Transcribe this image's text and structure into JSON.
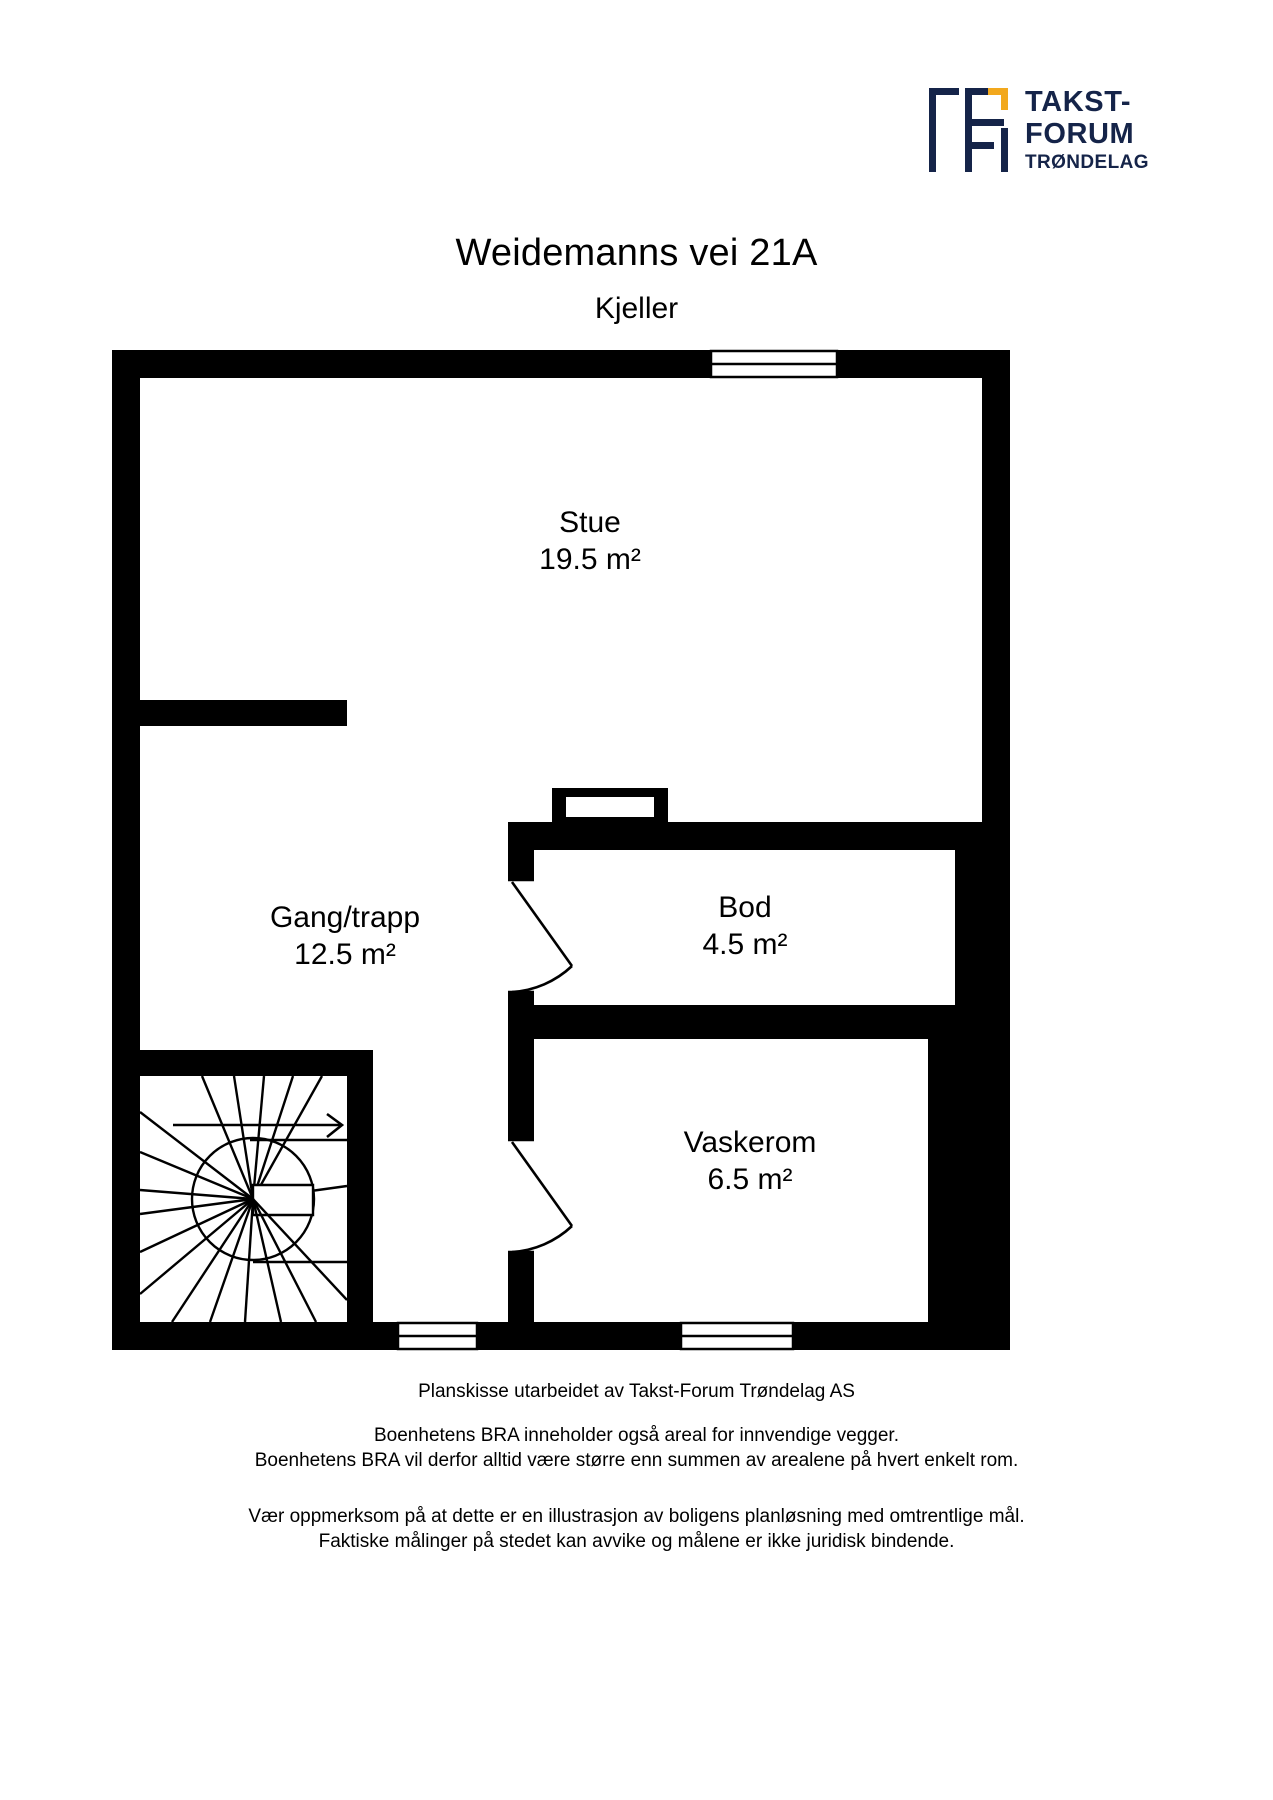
{
  "logo": {
    "mark_name": "takst-forum-logo-mark",
    "line1": "TAKST-",
    "line2": "FORUM",
    "line3": "TRØNDELAG",
    "color_navy": "#152449",
    "color_accent": "#F2A81D"
  },
  "header": {
    "title": "Weidemanns vei 21A",
    "subtitle": "Kjeller"
  },
  "rooms": [
    {
      "id": "stue",
      "name": "Stue",
      "area": "19.5 m²"
    },
    {
      "id": "gangtrapp",
      "name": "Gang/trapp",
      "area": "12.5 m²"
    },
    {
      "id": "bod",
      "name": "Bod",
      "area": "4.5 m²"
    },
    {
      "id": "vaskerom",
      "name": "Vaskerom",
      "area": "6.5 m²"
    }
  ],
  "plan": {
    "wall_color": "#000000",
    "floor_color": "#FFFFFF",
    "stair_direction": "up-right",
    "features": [
      "window-top-right",
      "window-bottom-left",
      "window-bottom-center",
      "door-bod",
      "door-vaskerom",
      "winder-staircase"
    ]
  },
  "footer": {
    "credit": "Planskisse utarbeidet av Takst-Forum Trøndelag AS",
    "bra_line1": "Boenhetens BRA inneholder også areal for innvendige vegger.",
    "bra_line2": "Boenhetens BRA vil derfor alltid være større enn summen av arealene på hvert enkelt rom.",
    "disclaimer_line1": "Vær oppmerksom på at dette er en illustrasjon av boligens planløsning med omtrentlige mål.",
    "disclaimer_line2": "Faktiske målinger på stedet kan avvike og målene er ikke juridisk bindende."
  }
}
